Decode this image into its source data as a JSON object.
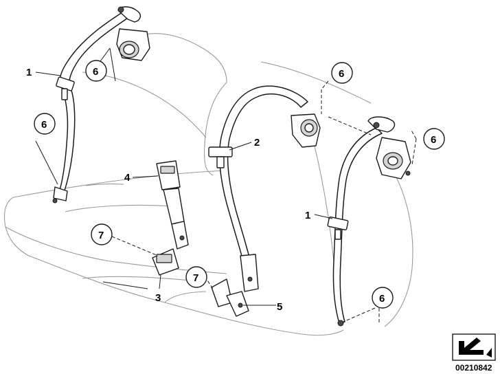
{
  "callouts": {
    "c1_left": "1",
    "c1_right": "1",
    "c2": "2",
    "c3": "3",
    "c4": "4",
    "c5": "5",
    "c6_a": "6",
    "c6_b": "6",
    "c6_c": "6",
    "c6_d": "6",
    "c6_e": "6",
    "c7_a": "7",
    "c7_b": "7"
  },
  "document_number": "00210842",
  "icons": {
    "emblem": "folded-sheet-arrow-icon"
  }
}
